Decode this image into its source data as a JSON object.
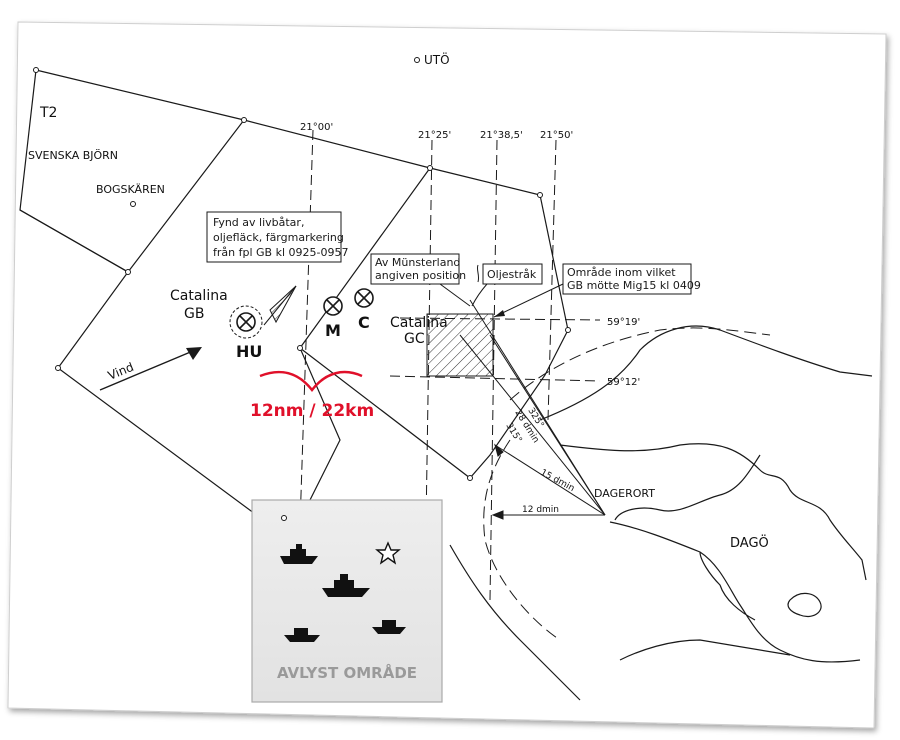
{
  "map": {
    "places": {
      "uto": "UTÖ",
      "t2": "T2",
      "svenska_bjorn": "SVENSKA BJÖRN",
      "bogskaren": "BOGSKÄREN",
      "dagerort": "DAGERORT",
      "dago": "DAGÖ"
    },
    "longitudes": [
      "21°00'",
      "21°25'",
      "21°38,5'",
      "21°50'"
    ],
    "latitudes": [
      "59°19'",
      "59°12'"
    ],
    "callouts": {
      "finds": [
        "Fynd av livbåtar,",
        "oljefläck, färgmarkering",
        "från fpl GB kl 0925-0957"
      ],
      "munsterland": [
        "Av Münsterland",
        "angiven position"
      ],
      "oil": "Oljestråk",
      "mig": [
        "Område inom vilket",
        "GB mötte Mig15 kl 0409"
      ]
    },
    "aircraft": {
      "catalina_gb": [
        "Catalina",
        "GB"
      ],
      "catalina_gc": [
        "Catalina",
        "GC"
      ]
    },
    "markers": {
      "hu": "HU",
      "m": "M",
      "c": "C"
    },
    "wind": "Vind",
    "bearings": [
      "325°",
      "28 dmin",
      "315°"
    ],
    "distances": [
      "15 dmin",
      "12 dmin"
    ],
    "annotation": "12nm / 22km",
    "closed_area": "AVLYST OMRÅDE",
    "colors": {
      "annotation_red": "#e0102a",
      "closed_area_fill": "#e9e9e9",
      "closed_area_text": "#9a9a9a",
      "ink": "#1a1a1a"
    },
    "icons": {
      "ship": "ship-icon",
      "star": "star-icon",
      "crash_marker": "crash-marker-icon"
    }
  }
}
